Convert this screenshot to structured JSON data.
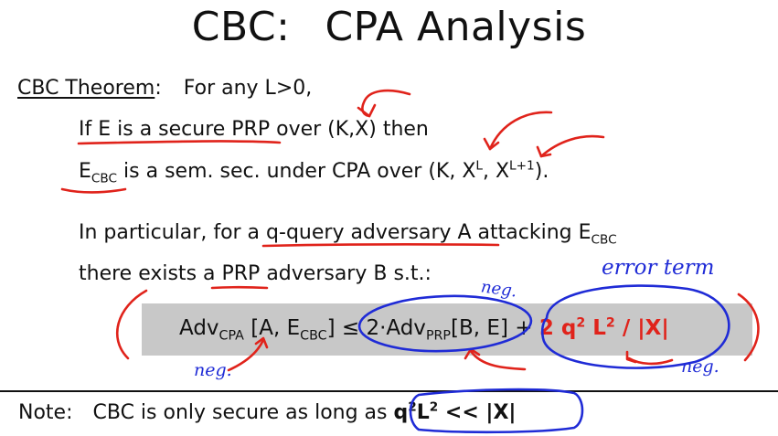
{
  "title": {
    "left": "CBC:",
    "right": "CPA Analysis"
  },
  "theorem": {
    "label": "CBC Theorem",
    "colon": ":",
    "intro": "For any L>0,",
    "line1_underlined": "If E is a secure PRP",
    "line1_rest": "over (K,X) then",
    "line2_E": "E",
    "line2_sub": "CBC",
    "line2_mid": "is a sem. sec. under CPA over (K, X",
    "line2_sup1": "L",
    "line2_mid2": ", X",
    "line2_sup2": "L+1",
    "line2_end": ")."
  },
  "particular": {
    "text1": "In particular,  for a ",
    "underlined": "q-query adversary A",
    "text2": " attacking E",
    "sub": "CBC",
    "line2_a": "there exists ",
    "line2_underlined": "a PRP",
    "line2_b": " adversary B  s.t.:"
  },
  "formula": {
    "adv": "Adv",
    "adv_sub": "CPA",
    "args1_open": " [A, E",
    "args1_sub": "CBC",
    "args1_close": "] ≤ ",
    "two": "2·Adv",
    "adv2_sub": "PRP",
    "args2": "[B, E]",
    "plus": " + ",
    "error_q": "2 q",
    "error_q_sup": "2",
    "error_L": " L",
    "error_L_sup": "2",
    "error_tail": " / |X|"
  },
  "note": {
    "label": "Note:",
    "text": "CBC is only secure as long as ",
    "cond_q": "q",
    "cond_q_sup": "2",
    "cond_L": "L",
    "cond_L_sup": "2",
    "cond_rest": "  <<  |X|"
  },
  "annotations": {
    "error_term": "error term",
    "neg_top": "neg.",
    "neg_left": "neg.",
    "neg_right": "neg."
  },
  "colors": {
    "ink_red": "#e0231b",
    "ink_blue": "#1f2bd6",
    "box_gray": "#c8c8c8"
  }
}
